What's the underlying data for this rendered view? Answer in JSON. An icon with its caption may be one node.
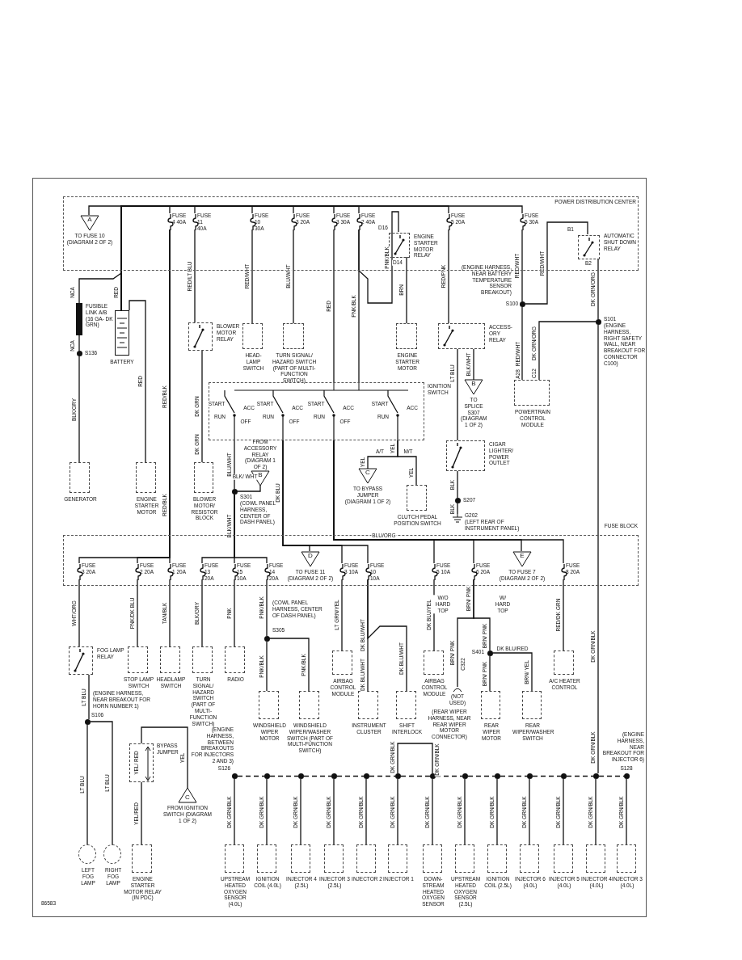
{
  "diagram": {
    "nodes": [
      {
        "text": [
          "POWER DISTRIBUTION CENTER"
        ]
      },
      {
        "text": [
          "A",
          "TO FUSE 10 (DIAGRAM 2 OF 2)"
        ],
        "in": 0
      },
      {
        "text": [
          "FUSE 4 40A"
        ],
        "in": 0
      },
      {
        "text": [
          "FUSE 11 40A"
        ],
        "in": 0
      },
      {
        "text": [
          "FUSE 10 30A"
        ],
        "in": 0
      },
      {
        "text": [
          "FUSE 3 20A"
        ],
        "in": 0
      },
      {
        "text": [
          "FUSE 3 30A"
        ],
        "in": 0
      },
      {
        "text": [
          "FUSE 2 40A"
        ],
        "in": 0
      },
      {
        "text": [
          "ENGINE STARTER MOTOR RELAY"
        ],
        "in": 0
      },
      {
        "text": [
          "FUSE 5 20A"
        ],
        "in": 0
      },
      {
        "text": [
          "FUSE 5 30A"
        ],
        "in": 0
      },
      {
        "text": [
          "AUTOMATIC SHUT DOWN RELAY"
        ],
        "in": 0
      },
      {
        "text": [
          "FUSIBLE LINK A/B (16 GA- DK GRN)"
        ]
      },
      {
        "text": [
          "S136"
        ]
      },
      {
        "text": [
          "BATTERY"
        ]
      },
      {
        "text": [
          "GENERATOR"
        ]
      },
      {
        "text": [
          "ENGINE STARTER MOTOR"
        ]
      },
      {
        "text": [
          "BLOWER MOTOR RELAY"
        ]
      },
      {
        "text": [
          "HEAD-LAMP SWITCH"
        ]
      },
      {
        "text": [
          "TURN SIGNAL/ HAZARD SWITCH (PART OF MULTI-FUNCTION SWITCH)"
        ]
      },
      {
        "text": [
          "ENGINE STARTER MOTOR"
        ]
      },
      {
        "text": [
          "ACCESS-ORY RELAY"
        ]
      },
      {
        "text": [
          "B",
          "TO SPLICE S307 (DIAGRAM 1 OF 2)"
        ]
      },
      {
        "text": [
          "POWERTRAIN CONTROL MODULE"
        ]
      },
      {
        "text": [
          "S100"
        ],
        "beside": [
          "(ENGINE HARNESS, NEAR BATTERY TEMPERATURE SENSOR BREAKOUT)"
        ]
      },
      {
        "text": [
          "S101"
        ],
        "beside": [
          "(ENGINE HARNESS, RIGHT SAFETY WALL, NEAR BREAKOUT FOR CONNECTOR C100)"
        ]
      },
      {
        "text": [
          "IGNITION SWITCH"
        ]
      },
      {
        "text": [
          "BLOWER MOTOR/ RESISTOR BLOCK"
        ]
      },
      {
        "text": [
          "FROM ACCESSORY RELAY (DIAGRAM 1 OF 2)",
          "B"
        ]
      },
      {
        "text": [
          "S301"
        ],
        "beside": [
          "(COWL PANEL HARNESS, CENTER OF DASH PANEL)"
        ]
      },
      {
        "text": [
          "C",
          "TO BYPASS JUMPER (DIAGRAM 1 OF 2)"
        ]
      },
      {
        "text": [
          "CLUTCH PEDAL POSITION SWITCH"
        ]
      },
      {
        "text": [
          "CIGAR LIGHTER/ POWER OUTLET"
        ]
      },
      {
        "text": [
          "S207"
        ]
      },
      {
        "text": [
          "G202",
          "(LEFT REAR OF INSTRUMENT PANEL)"
        ]
      },
      {
        "text": [
          "FUSE BLOCK"
        ]
      },
      {
        "text": [
          "FUSE 3 20A"
        ],
        "in": 35
      },
      {
        "text": [
          "FUSE 2 20A"
        ],
        "in": 35
      },
      {
        "text": [
          "FUSE 1 20A"
        ],
        "in": 35
      },
      {
        "text": [
          "FUSE 13 20A"
        ],
        "in": 35
      },
      {
        "text": [
          "FUSE 15 10A"
        ],
        "in": 35
      },
      {
        "text": [
          "FUSE 14 20A"
        ],
        "in": 35
      },
      {
        "text": [
          "D",
          "TO FUSE 11 (DIAGRAM 2 OF 2)"
        ],
        "in": 35
      },
      {
        "text": [
          "FUSE 3 10A"
        ],
        "in": 35
      },
      {
        "text": [
          "FUSE 10 10A"
        ],
        "in": 35
      },
      {
        "text": [
          "FUSE 5 10A"
        ],
        "in": 35
      },
      {
        "text": [
          "FUSE 6 20A"
        ],
        "in": 35
      },
      {
        "text": [
          "E",
          "TO FUSE 7 (DIAGRAM 2 OF 2)"
        ],
        "in": 35
      },
      {
        "text": [
          "FUSE 8 20A"
        ],
        "in": 35
      },
      {
        "text": [
          "FOG LAMP RELAY"
        ]
      },
      {
        "text": [
          "STOP LAMP SWITCH"
        ]
      },
      {
        "text": [
          "HEADLAMP SWITCH"
        ]
      },
      {
        "text": [
          "TURN SIGNAL/ HAZARD SWITCH (PART OF MULTI-FUNCTION SWITCH)"
        ]
      },
      {
        "text": [
          "RADIO"
        ]
      },
      {
        "text": [
          "S305"
        ],
        "beside": [
          "(COWL PANEL HARNESS, CENTER OF DASH PANEL)"
        ]
      },
      {
        "text": [
          "AIRBAG CONTROL MODULE"
        ]
      },
      {
        "text": [
          "AIRBAG CONTROL MODULE"
        ]
      },
      {
        "text": [
          "A/C HEATER CONTROL"
        ]
      },
      {
        "text": [
          "WINDSHIELD WIPER MOTOR"
        ]
      },
      {
        "text": [
          "WINDSHIELD WIPER/WASHER SWITCH (PART OF MULTI-FUNCTION SWITCH)"
        ]
      },
      {
        "text": [
          "INSTRUMENT CLUSTER"
        ]
      },
      {
        "text": [
          "SHIFT INTERLOCK"
        ]
      },
      {
        "text": [
          "S401"
        ]
      },
      {
        "text": [
          "REAR WIPER MOTOR"
        ]
      },
      {
        "text": [
          "REAR WIPER/WASHER SWITCH"
        ]
      },
      {
        "text": [
          "S106"
        ],
        "beside": [
          "(ENGINE HARNESS, NEAR BREAKOUT FOR HORN NUMBER 1)"
        ]
      },
      {
        "text": [
          "LEFT FOG LAMP"
        ]
      },
      {
        "text": [
          "RIGHT FOG LAMP"
        ]
      },
      {
        "text": [
          "BYPASS JUMPER"
        ]
      },
      {
        "text": [
          "C",
          "FROM IGNITION SWITCH (DIAGRAM 1 OF 2)"
        ]
      },
      {
        "text": [
          "ENGINE STARTER MOTOR RELAY (IN PDC)"
        ]
      },
      {
        "text": [
          "S126"
        ],
        "beside": [
          "(ENGINE HARNESS, BETWEEN BREAKOUTS FOR INJECTORS 2 AND 3)"
        ]
      },
      {
        "text": [],
        "shape": "circle"
      },
      {
        "text": [],
        "shape": "circle"
      },
      {
        "text": [],
        "shape": "circle"
      },
      {
        "text": [],
        "shape": "circle"
      },
      {
        "text": [],
        "shape": "circle"
      },
      {
        "text": [],
        "shape": "circle"
      },
      {
        "text": [],
        "shape": "circle"
      },
      {
        "text": [],
        "shape": "circle"
      },
      {
        "text": [],
        "shape": "circle"
      },
      {
        "text": [],
        "shape": "circle"
      },
      {
        "text": [],
        "shape": "circle"
      },
      {
        "text": [
          "S128"
        ],
        "beside": [
          "(ENGINE HARNESS, NEAR BREAKOUT FOR INJECTOR 6)"
        ]
      },
      {
        "text": [
          "UPSTREAM HEATED OXYGEN SENSOR (4.0L)"
        ]
      },
      {
        "text": [
          "IGNITION COIL (4.0L)"
        ]
      },
      {
        "text": [
          "INJECTOR 4 (2.5L)"
        ]
      },
      {
        "text": [
          "INJECTOR 3 (2.5L)"
        ]
      },
      {
        "text": [
          "INJECTOR 2"
        ]
      },
      {
        "text": [
          "INJECTOR 1"
        ]
      },
      {
        "text": [
          "DOWN-STREAM HEATED OXYGEN SENSOR"
        ]
      },
      {
        "text": [
          "UPSTREAM HEATED OXYGEN SENSOR (2.5L)"
        ]
      },
      {
        "text": [
          "IGNITION COIL (2.5L)"
        ]
      },
      {
        "text": [
          "INJECTOR 6 (4.0L)"
        ]
      },
      {
        "text": [
          "INJECTOR 5 (4.0L)"
        ]
      },
      {
        "text": [
          "INJECTOR 4 (4.0L)"
        ]
      },
      {
        "text": [
          "INJECTOR 3 (4.0L)"
        ]
      },
      {
        "text": [
          "(NOT USED)"
        ]
      }
    ],
    "edges": [
      {
        "from": 14,
        "to": 1,
        "arrow": "none"
      },
      {
        "from": 14,
        "to": 2,
        "arrow": "none"
      },
      {
        "from": 14,
        "to": 3,
        "arrow": "none"
      },
      {
        "from": 14,
        "to": 4,
        "arrow": "none"
      },
      {
        "from": 14,
        "to": 5,
        "arrow": "none"
      },
      {
        "from": 14,
        "to": 6,
        "arrow": "none"
      },
      {
        "from": 14,
        "to": 7,
        "arrow": "none"
      },
      {
        "from": 14,
        "to": 9,
        "arrow": "none"
      },
      {
        "from": 14,
        "to": 10,
        "arrow": "none"
      },
      {
        "from": 14,
        "to": 12,
        "arrow": "none"
      },
      {
        "from": 12,
        "to": 13,
        "arrow": "none"
      },
      {
        "from": 13,
        "to": 15,
        "arrow": "none",
        "label": "BLK/GRY"
      },
      {
        "from": 14,
        "to": 16,
        "arrow": "none",
        "label": "RED"
      },
      {
        "from": 2,
        "to": 38,
        "arrow": "none",
        "label": "RED/BLK"
      },
      {
        "from": 2,
        "to": 37,
        "arrow": "none"
      },
      {
        "from": 2,
        "to": 36,
        "arrow": "none"
      },
      {
        "from": 3,
        "to": 17,
        "arrow": "none",
        "label": "RED/LT BLU"
      },
      {
        "from": 17,
        "to": 27,
        "arrow": "none",
        "label": "DK GRN"
      },
      {
        "from": 4,
        "to": 18,
        "arrow": "none",
        "label": "RED/WHT"
      },
      {
        "from": 5,
        "to": 19,
        "arrow": "none",
        "label": "BLU/WHT"
      },
      {
        "from": 6,
        "to": 26,
        "arrow": "none",
        "label": "RED"
      },
      {
        "from": 7,
        "to": 26,
        "arrow": "none",
        "label": "PNK/BLK"
      },
      {
        "from": 7,
        "to": 8,
        "arrow": "none",
        "label": "PNK/BLK"
      },
      {
        "from": 8,
        "to": 20,
        "arrow": "none",
        "label": "BRN"
      },
      {
        "from": 9,
        "to": 21,
        "arrow": "none",
        "label": "RED/PNK"
      },
      {
        "from": 21,
        "to": 32,
        "arrow": "none",
        "label": "LT BLU"
      },
      {
        "from": 21,
        "to": 22,
        "arrow": "none",
        "label": "BLK/WHT"
      },
      {
        "from": 10,
        "to": 24,
        "arrow": "none",
        "label": "RED/WHT"
      },
      {
        "from": 24,
        "to": 23,
        "arrow": "none",
        "label": "RED/WHT"
      },
      {
        "from": 24,
        "to": 11,
        "arrow": "none",
        "label": "RED/WHT"
      },
      {
        "from": 11,
        "to": 25,
        "arrow": "none",
        "label": "DK GRN/ORG"
      },
      {
        "from": 25,
        "to": 23,
        "arrow": "none",
        "label": "DK GRN/ORG"
      },
      {
        "from": 26,
        "to": 29,
        "arrow": "none",
        "label": "BLU/WHT"
      },
      {
        "from": 28,
        "to": 29,
        "arrow": "none",
        "label": "BLK/ WHT"
      },
      {
        "from": 29,
        "to": 39,
        "arrow": "none",
        "label": "BLK/WHT"
      },
      {
        "from": 29,
        "to": 40,
        "arrow": "none"
      },
      {
        "from": 29,
        "to": 41,
        "arrow": "none"
      },
      {
        "from": 26,
        "to": 42,
        "arrow": "none",
        "label": "DK BLU"
      },
      {
        "from": 26,
        "to": 43,
        "arrow": "none"
      },
      {
        "from": 26,
        "to": 44,
        "arrow": "none"
      },
      {
        "from": 26,
        "to": 45,
        "arrow": "none",
        "label": "BLU/ORG"
      },
      {
        "from": 26,
        "to": 46,
        "arrow": "none"
      },
      {
        "from": 26,
        "to": 47,
        "arrow": "none"
      },
      {
        "from": 26,
        "to": 48,
        "arrow": "none"
      },
      {
        "from": 26,
        "to": 30,
        "arrow": "none",
        "label": "YEL"
      },
      {
        "from": 26,
        "to": 31,
        "arrow": "none",
        "label": "YEL"
      },
      {
        "from": 32,
        "to": 33,
        "arrow": "none",
        "label": "BLK"
      },
      {
        "from": 33,
        "to": 34,
        "arrow": "none",
        "label": "BLK"
      },
      {
        "from": 36,
        "to": 49,
        "arrow": "none",
        "label": "WHT/ORG"
      },
      {
        "from": 37,
        "to": 50,
        "arrow": "none",
        "label": "PNK/DK BLU"
      },
      {
        "from": 38,
        "to": 51,
        "arrow": "none",
        "label": "TAN/BLK"
      },
      {
        "from": 39,
        "to": 52,
        "arrow": "none",
        "label": "BLK/GRY"
      },
      {
        "from": 40,
        "to": 53,
        "arrow": "none",
        "label": "PNK"
      },
      {
        "from": 41,
        "to": 54,
        "arrow": "none",
        "label": "PNK/BLK"
      },
      {
        "from": 54,
        "to": 58,
        "arrow": "none",
        "label": "PNK/BLK"
      },
      {
        "from": 54,
        "to": 59,
        "arrow": "none",
        "label": "PNK/BLK"
      },
      {
        "from": 43,
        "to": 55,
        "arrow": "none",
        "label": "LT GRN/YEL"
      },
      {
        "from": 44,
        "to": 60,
        "arrow": "none",
        "label": "DK BLU/WHT"
      },
      {
        "from": 44,
        "to": 61,
        "arrow": "none",
        "label": "DK BLU/WHT"
      },
      {
        "from": 45,
        "to": 56,
        "arrow": "none",
        "label": "DK BLU/YEL"
      },
      {
        "from": 46,
        "to": 97,
        "arrow": "none",
        "label": "BRN/ PNK"
      },
      {
        "from": 46,
        "to": 62,
        "arrow": "none",
        "label": "BRN/ PNK"
      },
      {
        "from": 62,
        "to": 63,
        "arrow": "none",
        "label": "BRN/ PNK"
      },
      {
        "from": 62,
        "to": 64,
        "arrow": "none",
        "label": "DK BLU/RED"
      },
      {
        "from": 48,
        "to": 57,
        "arrow": "none",
        "label": "RED/DK GRN"
      },
      {
        "from": 49,
        "to": 65,
        "arrow": "none",
        "label": "LT BLU"
      },
      {
        "from": 65,
        "to": 66,
        "arrow": "none",
        "label": "LT BLU"
      },
      {
        "from": 65,
        "to": 67,
        "arrow": "none",
        "label": "LT BLU"
      },
      {
        "from": 69,
        "to": 68,
        "arrow": "none",
        "label": "YEL"
      },
      {
        "from": 68,
        "to": 70,
        "arrow": "none",
        "label": "YEL/RED"
      },
      {
        "from": 71,
        "to": 72,
        "arrow": "none",
        "style": "dashed"
      },
      {
        "from": 72,
        "to": 73,
        "arrow": "none",
        "style": "dashed"
      },
      {
        "from": 73,
        "to": 74,
        "arrow": "none",
        "style": "dashed"
      },
      {
        "from": 74,
        "to": 75,
        "arrow": "none",
        "style": "dashed"
      },
      {
        "from": 75,
        "to": 76,
        "arrow": "none",
        "style": "dashed"
      },
      {
        "from": 76,
        "to": 77,
        "arrow": "none",
        "style": "dashed"
      },
      {
        "from": 77,
        "to": 78,
        "arrow": "none",
        "style": "dashed"
      },
      {
        "from": 78,
        "to": 79,
        "arrow": "none",
        "style": "dashed"
      },
      {
        "from": 79,
        "to": 80,
        "arrow": "none",
        "style": "dashed"
      },
      {
        "from": 80,
        "to": 81,
        "arrow": "none",
        "style": "dashed"
      },
      {
        "from": 81,
        "to": 82,
        "arrow": "none",
        "style": "dashed"
      },
      {
        "from": 82,
        "to": 83,
        "arrow": "none",
        "style": "dashed"
      },
      {
        "from": 71,
        "to": 84,
        "arrow": "none",
        "label": "DK GRN/BLK"
      },
      {
        "from": 72,
        "to": 85,
        "arrow": "none",
        "label": "DK GRN/BLK"
      },
      {
        "from": 73,
        "to": 86,
        "arrow": "none",
        "label": "DK GRN/BLK"
      },
      {
        "from": 74,
        "to": 87,
        "arrow": "none",
        "label": "DK GRN/BLK"
      },
      {
        "from": 75,
        "to": 88,
        "arrow": "none",
        "label": "DK GRN/BLK"
      },
      {
        "from": 76,
        "to": 89,
        "arrow": "none",
        "label": "DK GRN/BLK"
      },
      {
        "from": 77,
        "to": 90,
        "arrow": "none",
        "label": "DK GRN/BLK"
      },
      {
        "from": 78,
        "to": 91,
        "arrow": "none",
        "label": "DK GRN/BLK"
      },
      {
        "from": 79,
        "to": 92,
        "arrow": "none",
        "label": "DK GRN/BLK"
      },
      {
        "from": 80,
        "to": 93,
        "arrow": "none",
        "label": "DK GRN/BLK"
      },
      {
        "from": 81,
        "to": 94,
        "arrow": "none",
        "label": "DK GRN/BLK"
      },
      {
        "from": 82,
        "to": 95,
        "arrow": "none",
        "label": "DK GRN/BLK"
      },
      {
        "from": 83,
        "to": 96,
        "arrow": "none",
        "label": "DK GRN/BLK"
      },
      {
        "from": 25,
        "to": 82,
        "arrow": "none",
        "label": "DK GRN/BLK"
      },
      {
        "from": 76,
        "to": 77,
        "arrow": "none",
        "label": "DK GRN/BLK"
      }
    ],
    "labels": [
      "NCA",
      "NCA",
      "RED",
      "D16",
      "D14",
      "B1",
      "B2",
      "A28",
      "C12",
      "START",
      "RUN",
      "OFF",
      "ACC",
      "START",
      "RUN",
      "OFF",
      "ACC",
      "START",
      "RUN",
      "OFF",
      "ACC",
      "START",
      "RUN",
      "ACC",
      "A/T",
      "M/T",
      "YEL",
      "RED/BLK",
      "DK GRN",
      "W/O HARD TOP",
      "W/ HARD TOP",
      "C322",
      "BRN/ YEL",
      "YEL/ RED",
      "DK GRN/BLK",
      "DK GRN/BLK",
      "DK BLU/WHT",
      "BRN/ PNK",
      "(REAR WIPER HARNESS, NEAR REAR WIPER MOTOR CONNECTOR)",
      "86583"
    ]
  }
}
